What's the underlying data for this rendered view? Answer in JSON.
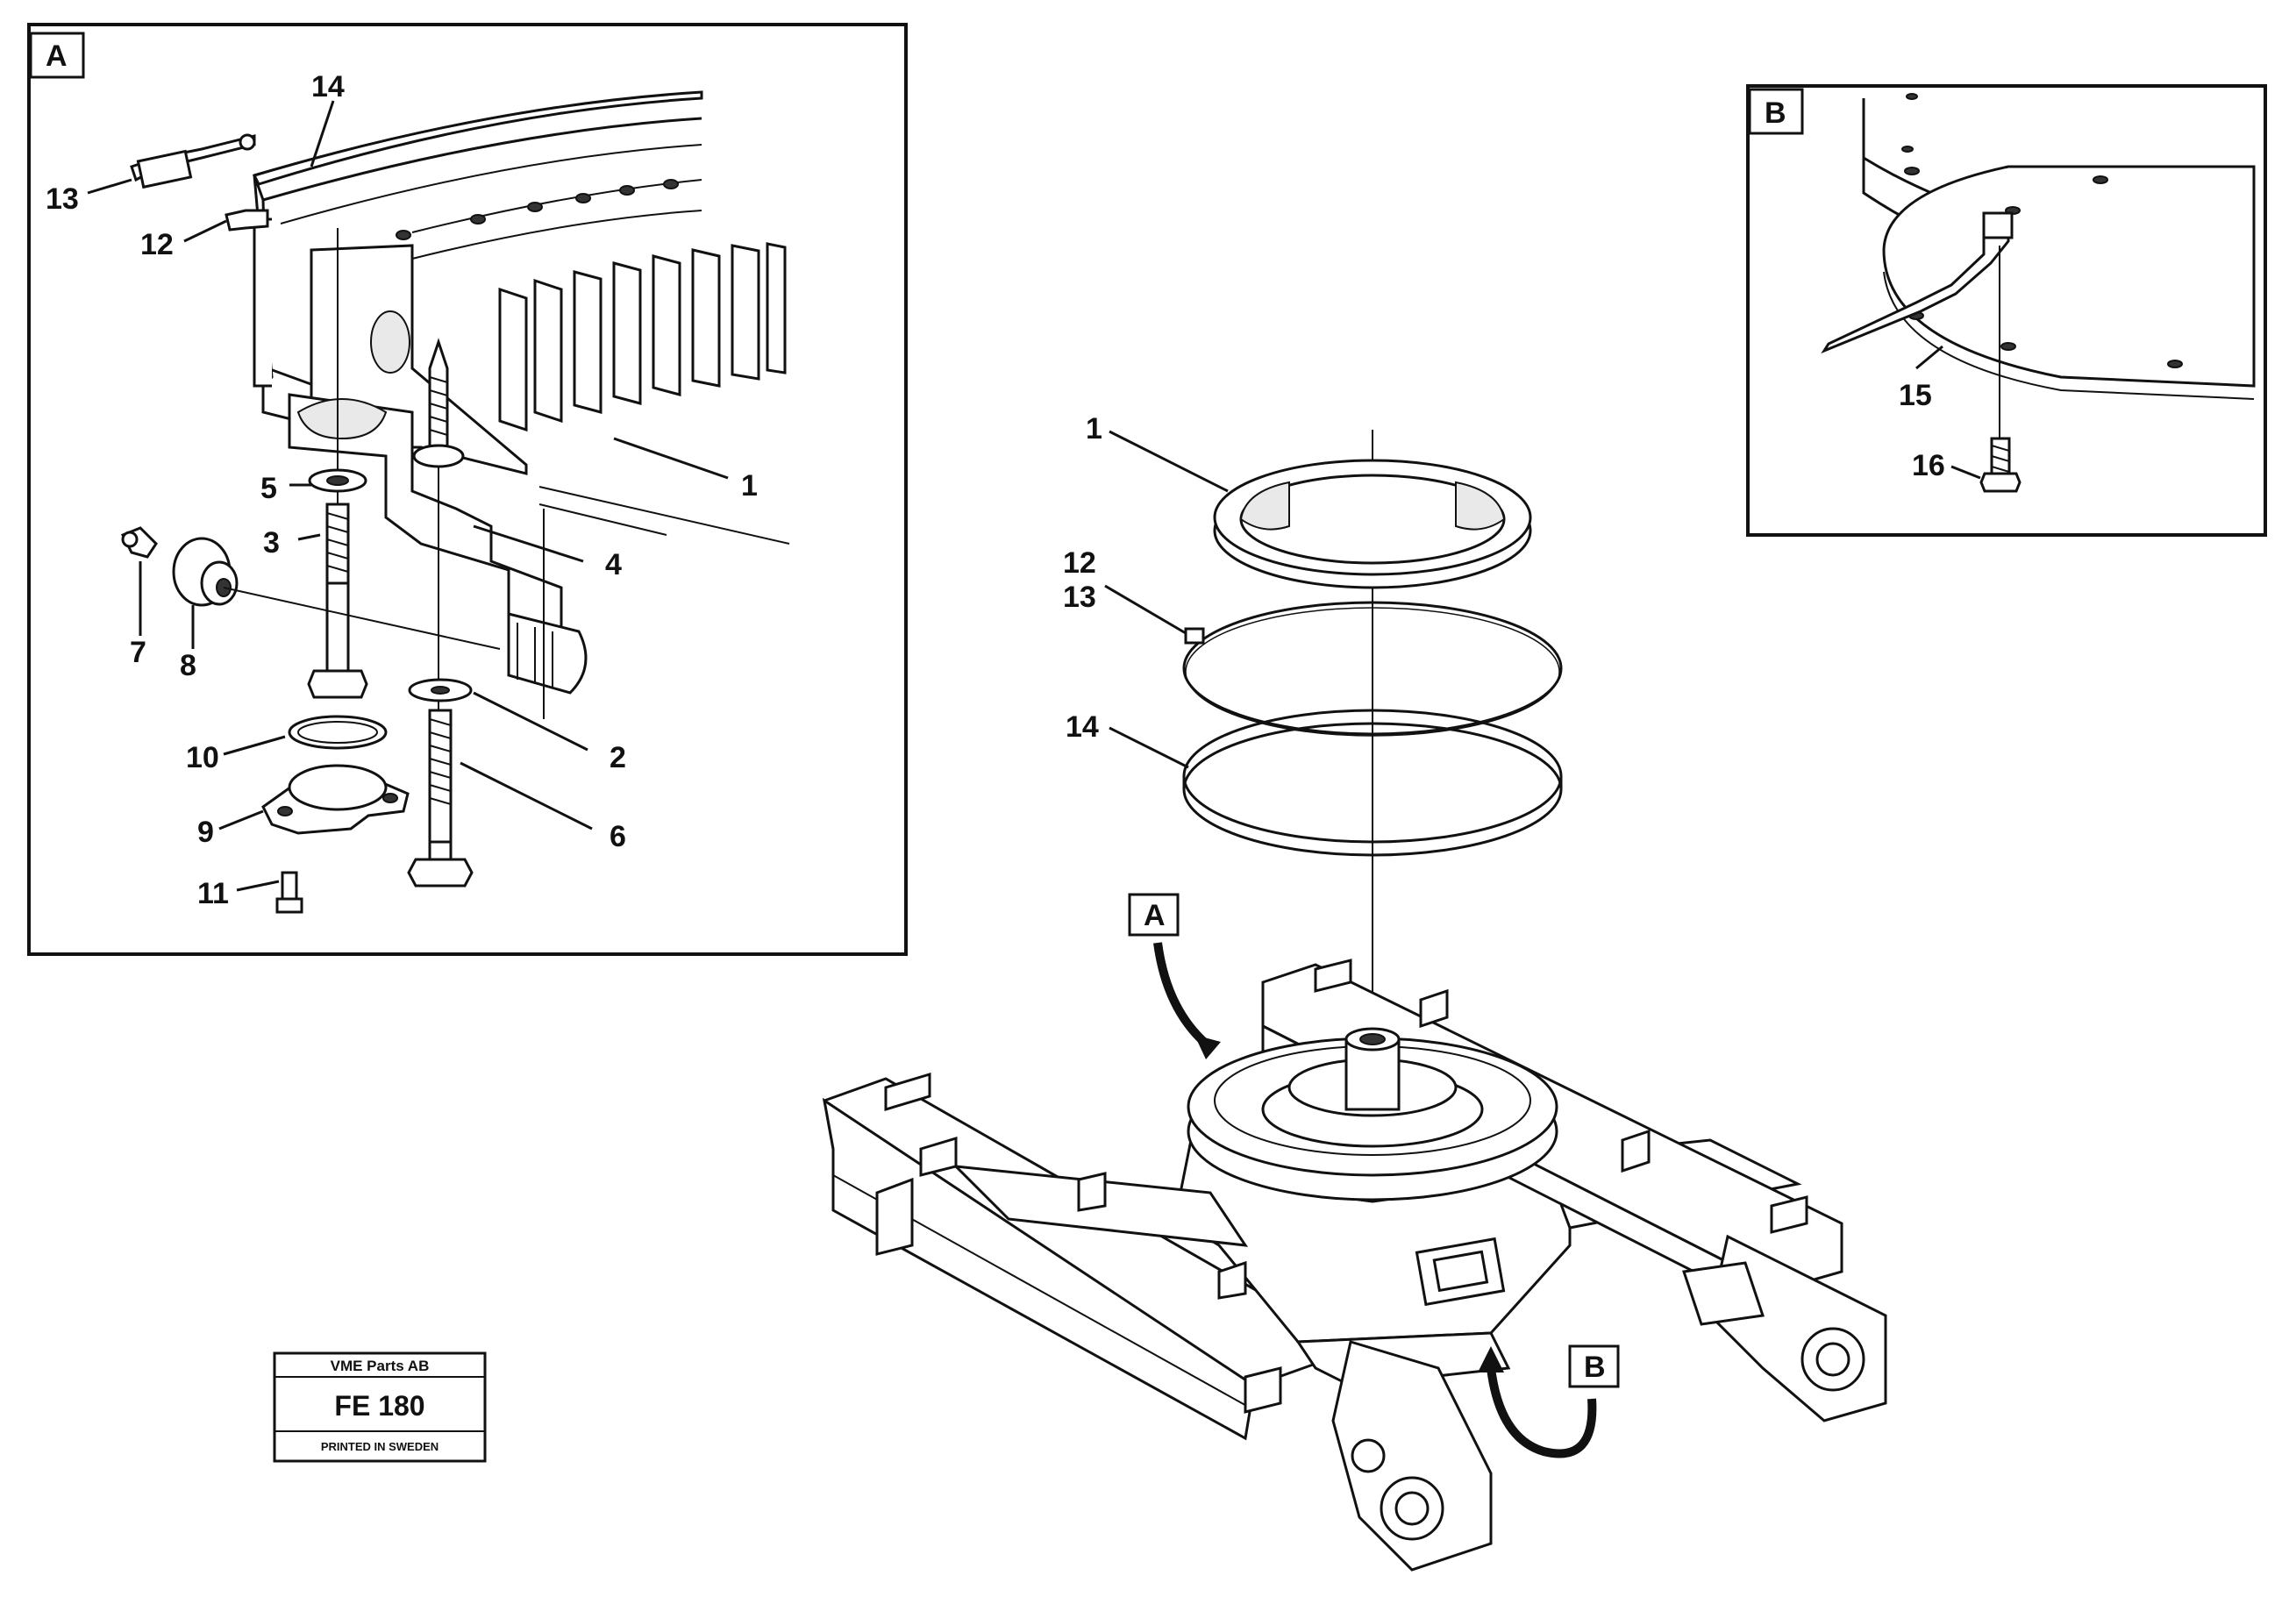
{
  "detail_a": {
    "tag": "A"
  },
  "detail_b": {
    "tag": "B"
  },
  "callouts": {
    "a_14": "14",
    "a_13": "13",
    "a_12": "12",
    "a_1": "1",
    "a_5": "5",
    "a_4": "4",
    "a_3": "3",
    "a_7": "7",
    "a_8": "8",
    "a_2": "2",
    "a_10": "10",
    "a_9": "9",
    "a_6": "6",
    "a_11": "11",
    "m_1": "1",
    "m_12": "12",
    "m_13": "13",
    "m_14": "14",
    "m_A": "A",
    "m_B": "B",
    "b_15": "15",
    "b_16": "16"
  },
  "title_block": {
    "company": "VME Parts AB",
    "code": "FE 180",
    "printed": "PRINTED IN SWEDEN"
  }
}
